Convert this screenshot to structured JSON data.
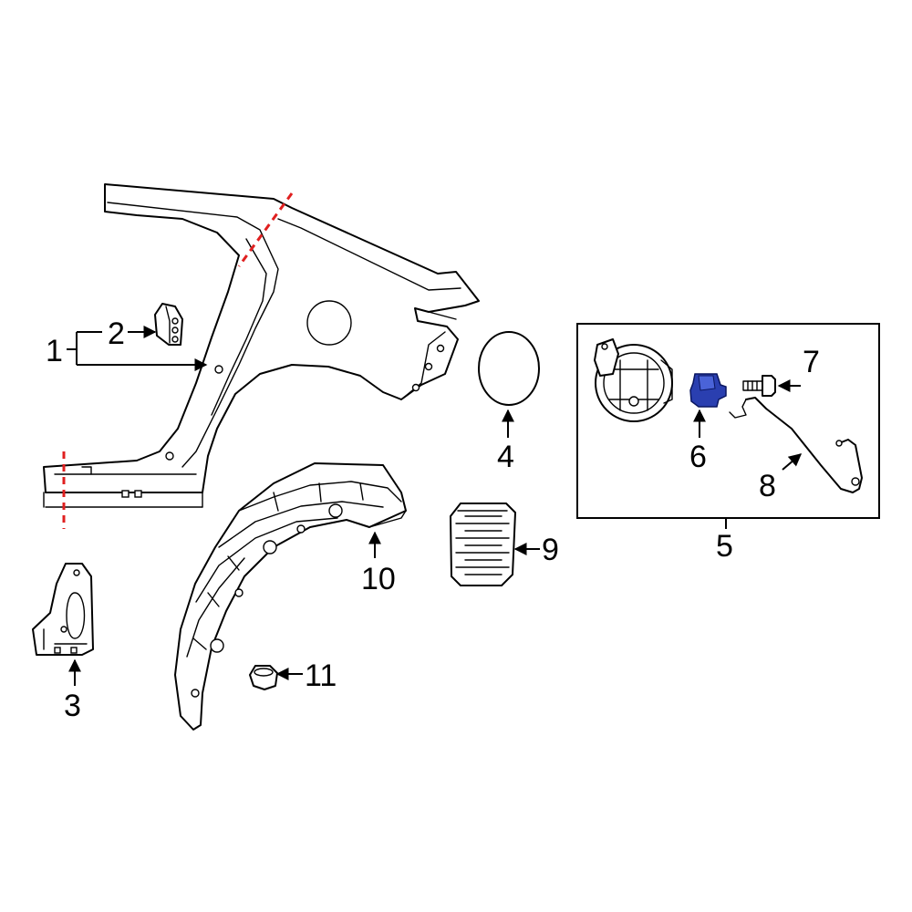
{
  "callouts": {
    "c1": "1",
    "c2": "2",
    "c3": "3",
    "c4": "4",
    "c5": "5",
    "c6": "6",
    "c7": "7",
    "c8": "8",
    "c9": "9",
    "c10": "10",
    "c11": "11"
  },
  "colors": {
    "line": "#000000",
    "cut_line": "#e02020",
    "highlight_part": "#2a3fb0"
  },
  "icons": {
    "quarter_panel": "quarter-panel-icon",
    "bracket": "bracket-icon",
    "extension": "extension-panel-icon",
    "fuel_door": "fuel-door-icon",
    "housing": "fuel-housing-icon",
    "actuator": "actuator-icon",
    "bolt": "bolt-icon",
    "cable": "release-cable-icon",
    "vent": "vent-icon",
    "liner": "wheelhouse-liner-icon",
    "nut": "nut-icon"
  }
}
